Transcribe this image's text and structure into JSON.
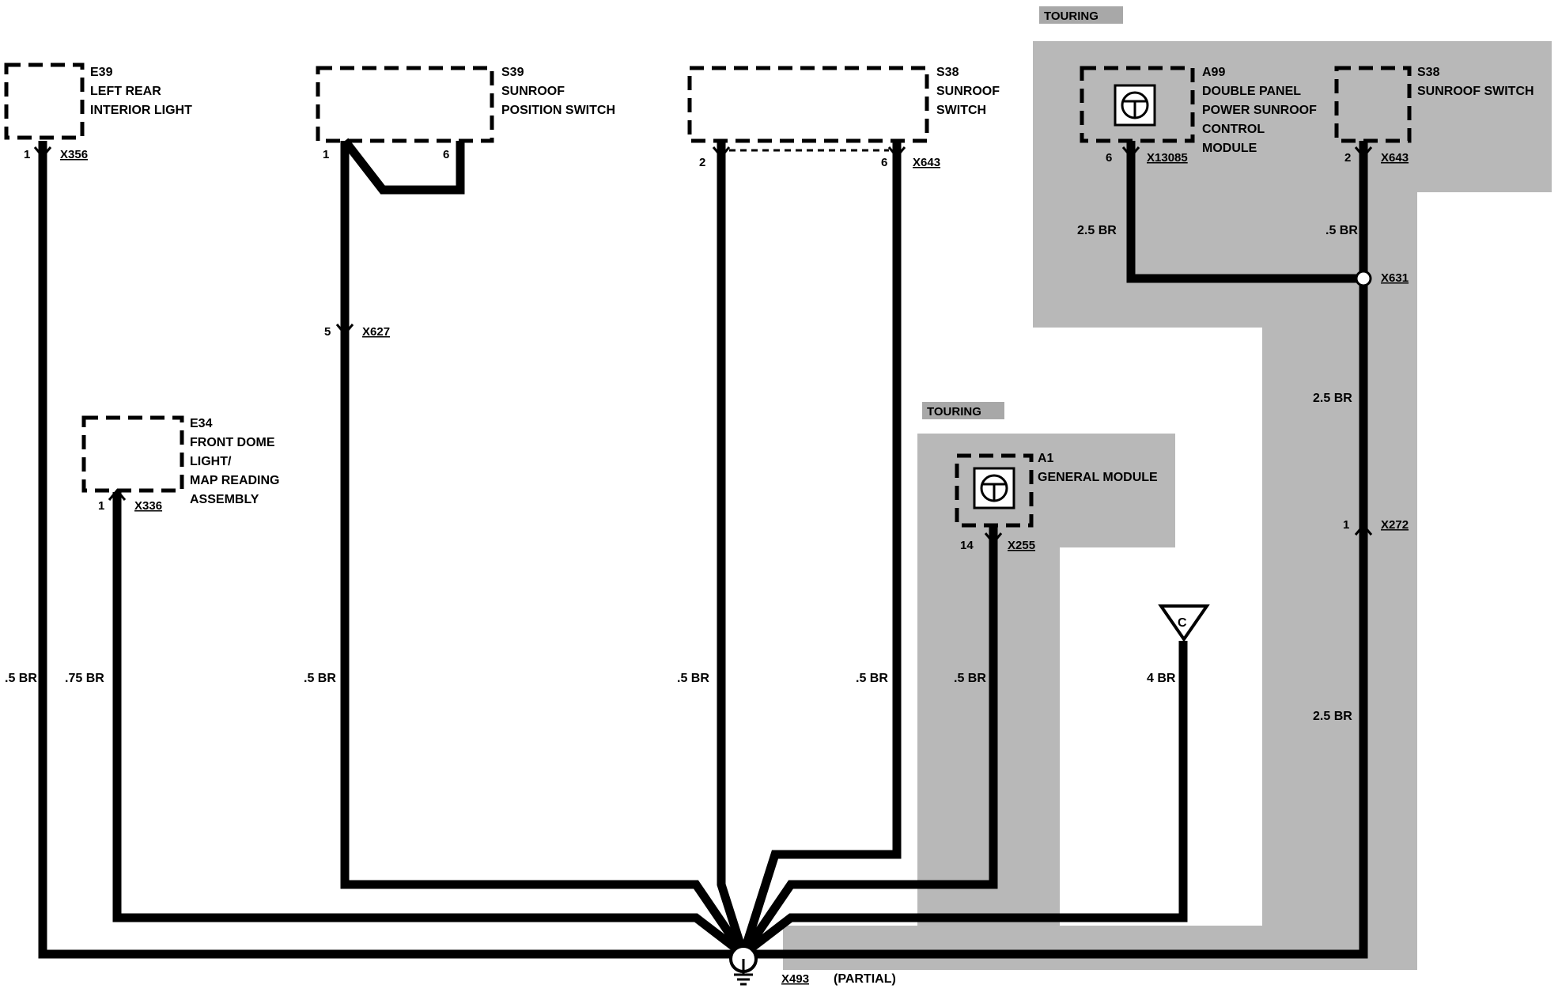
{
  "components": {
    "e39": {
      "id": "E39",
      "line1": "LEFT REAR",
      "line2": "INTERIOR LIGHT",
      "pin": "1",
      "connector": "X356"
    },
    "s39": {
      "id": "S39",
      "line1": "SUNROOF",
      "line2": "POSITION SWITCH",
      "pin_left": "1",
      "pin_right": "6"
    },
    "s38_main": {
      "id": "S38",
      "line1": "SUNROOF",
      "line2": "SWITCH",
      "pin_left": "2",
      "pin_right": "6",
      "connector": "X643"
    },
    "e34": {
      "id": "E34",
      "line1": "FRONT DOME",
      "line2": "LIGHT/",
      "line3": "MAP READING",
      "line4": "ASSEMBLY",
      "pin": "1",
      "connector": "X336"
    },
    "a1": {
      "id": "A1",
      "line1": "GENERAL MODULE",
      "pin": "14",
      "connector": "X255"
    },
    "a99": {
      "id": "A99",
      "line1": "DOUBLE PANEL",
      "line2": "POWER SUNROOF",
      "line3": "CONTROL",
      "line4": "MODULE",
      "pin": "6",
      "connector": "X13085"
    },
    "s38_touring": {
      "id": "S38",
      "line1": "SUNROOF SWITCH",
      "pin": "2",
      "connector": "X643"
    }
  },
  "connectors": {
    "x627": {
      "pin": "5",
      "label": "X627"
    },
    "x631": {
      "label": "X631"
    },
    "x272": {
      "pin": "1",
      "label": "X272"
    },
    "ground": {
      "label": "X493",
      "note": "(PARTIAL)"
    },
    "offpage": {
      "label": "C"
    }
  },
  "wires": {
    "e39": ".5 BR",
    "e34": ".75 BR",
    "s39": ".5 BR",
    "s38_pin2": ".5 BR",
    "s38_pin6": ".5 BR",
    "a1": ".5 BR",
    "offpage_c": "4 BR",
    "a99": "2.5 BR",
    "s38_touring": ".5 BR",
    "x631_x272": "2.5 BR",
    "x272_ground": "2.5 BR"
  },
  "tags": {
    "touring_top": "TOURING",
    "touring_mid": "TOURING"
  }
}
